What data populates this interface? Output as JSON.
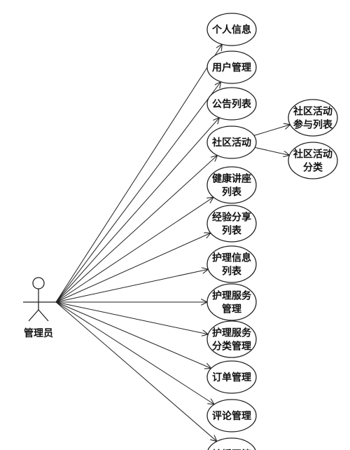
{
  "actor": {
    "label": "管理员"
  },
  "use_cases": [
    {
      "id": "personal-info",
      "lines": [
        "个人信息"
      ]
    },
    {
      "id": "user-management",
      "lines": [
        "用户管理"
      ]
    },
    {
      "id": "announcement-list",
      "lines": [
        "公告列表"
      ]
    },
    {
      "id": "community-activity",
      "lines": [
        "社区活动"
      ]
    },
    {
      "id": "health-lecture-list",
      "lines": [
        "健康讲座",
        "列表"
      ]
    },
    {
      "id": "experience-sharing-list",
      "lines": [
        "经验分享",
        "列表"
      ]
    },
    {
      "id": "nursing-info-list",
      "lines": [
        "护理信息",
        "列表"
      ]
    },
    {
      "id": "nursing-service-management",
      "lines": [
        "护理服务",
        "管理"
      ]
    },
    {
      "id": "nursing-service-category-management",
      "lines": [
        "护理服务",
        "分类管理"
      ]
    },
    {
      "id": "order-management",
      "lines": [
        "订单管理"
      ]
    },
    {
      "id": "comment-management",
      "lines": [
        "评论管理"
      ]
    },
    {
      "id": "carousel-management",
      "lines": [
        "轮播图管"
      ]
    },
    {
      "id": "community-activity-participant-list",
      "lines": [
        "社区活动",
        "参与列表"
      ]
    },
    {
      "id": "community-activity-category",
      "lines": [
        "社区活动",
        "分类"
      ]
    }
  ],
  "relations": [
    {
      "from": "actor",
      "to": "personal-info"
    },
    {
      "from": "actor",
      "to": "user-management"
    },
    {
      "from": "actor",
      "to": "announcement-list"
    },
    {
      "from": "actor",
      "to": "community-activity"
    },
    {
      "from": "actor",
      "to": "health-lecture-list"
    },
    {
      "from": "actor",
      "to": "experience-sharing-list"
    },
    {
      "from": "actor",
      "to": "nursing-info-list"
    },
    {
      "from": "actor",
      "to": "nursing-service-management"
    },
    {
      "from": "actor",
      "to": "nursing-service-category-management"
    },
    {
      "from": "actor",
      "to": "order-management"
    },
    {
      "from": "actor",
      "to": "comment-management"
    },
    {
      "from": "actor",
      "to": "carousel-management"
    },
    {
      "from": "community-activity",
      "to": "community-activity-participant-list"
    },
    {
      "from": "community-activity",
      "to": "community-activity-category"
    }
  ]
}
